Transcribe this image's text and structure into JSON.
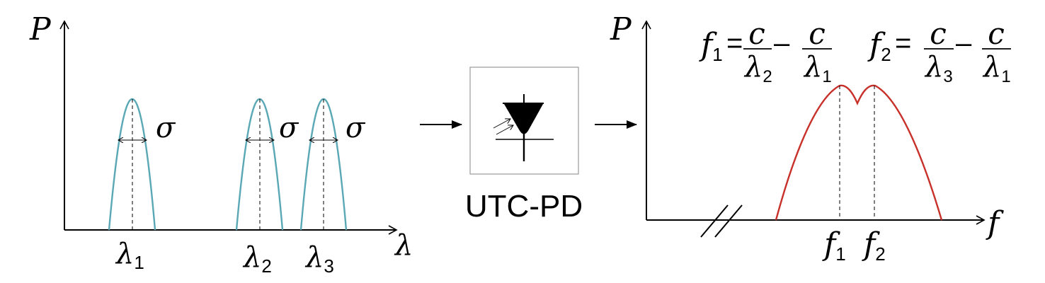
{
  "left_plot": {
    "y_axis_label": "P",
    "x_axis_label": "λ",
    "peaks": [
      {
        "symbol": "λ",
        "subscript": "1",
        "width_label": "σ"
      },
      {
        "symbol": "λ",
        "subscript": "2",
        "width_label": "σ"
      },
      {
        "symbol": "λ",
        "subscript": "3",
        "width_label": "σ"
      }
    ],
    "peak_color": "#5aa8b6"
  },
  "device": {
    "label": "UTC-PD",
    "icon": "photodiode-icon"
  },
  "right_plot": {
    "y_axis_label": "P",
    "x_axis_label": "f",
    "peaks": [
      {
        "symbol": "f",
        "subscript": "1"
      },
      {
        "symbol": "f",
        "subscript": "2"
      }
    ],
    "curve_color": "#c8302a",
    "formulas": [
      {
        "lhs_symbol": "f",
        "lhs_sub": "1",
        "num_a": "c",
        "den_a_symbol": "λ",
        "den_a_sub": "2",
        "num_b": "c",
        "den_b_symbol": "λ",
        "den_b_sub": "1"
      },
      {
        "lhs_symbol": "f",
        "lhs_sub": "2",
        "num_a": "c",
        "den_a_symbol": "λ",
        "den_a_sub": "3",
        "num_b": "c",
        "den_b_symbol": "λ",
        "den_b_sub": "1"
      }
    ]
  }
}
